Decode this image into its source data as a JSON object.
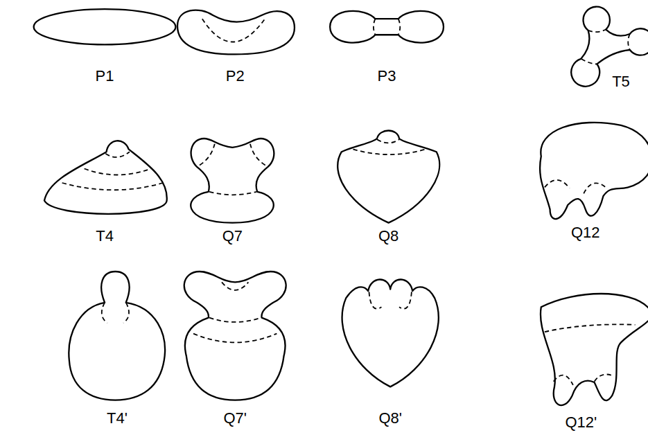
{
  "diagram": {
    "labels": [
      "P1",
      "P2",
      "P3",
      "T5",
      "T4",
      "Q7",
      "Q8",
      "Q12",
      "T4'",
      "Q7'",
      "Q8'",
      "Q12'"
    ]
  }
}
